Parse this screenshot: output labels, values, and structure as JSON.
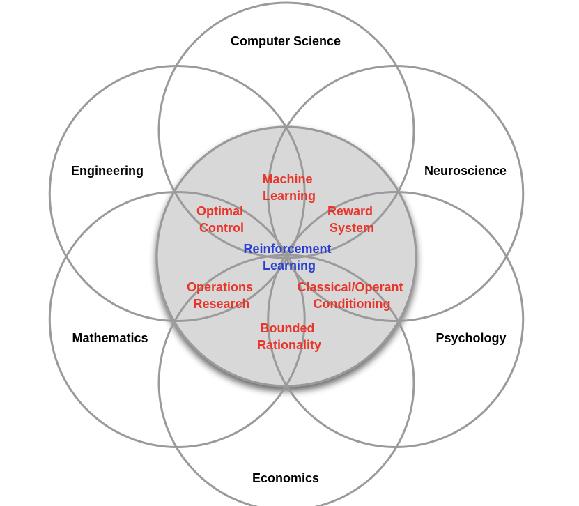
{
  "fields": {
    "top": "Computer Science",
    "upper_left": "Engineering",
    "upper_right": "Neuroscience",
    "lower_left": "Mathematics",
    "lower_right": "Psychology",
    "bottom": "Economics"
  },
  "intersections": {
    "machine_learning": [
      "Machine",
      "Learning"
    ],
    "optimal_control": [
      "Optimal",
      "Control"
    ],
    "reward_system": [
      "Reward",
      "System"
    ],
    "operations_research": [
      "Operations",
      "Research"
    ],
    "classical_operant": [
      "Classical/Operant",
      "Conditioning"
    ],
    "bounded_rationality": [
      "Bounded",
      "Rationality"
    ]
  },
  "center": [
    "Reinforcement",
    "Learning"
  ],
  "colors": {
    "ring": "#9a9a9a",
    "center_fill": "#d8d8d8",
    "intersection_text": "#e8352a",
    "center_text": "#2a3fd0"
  }
}
